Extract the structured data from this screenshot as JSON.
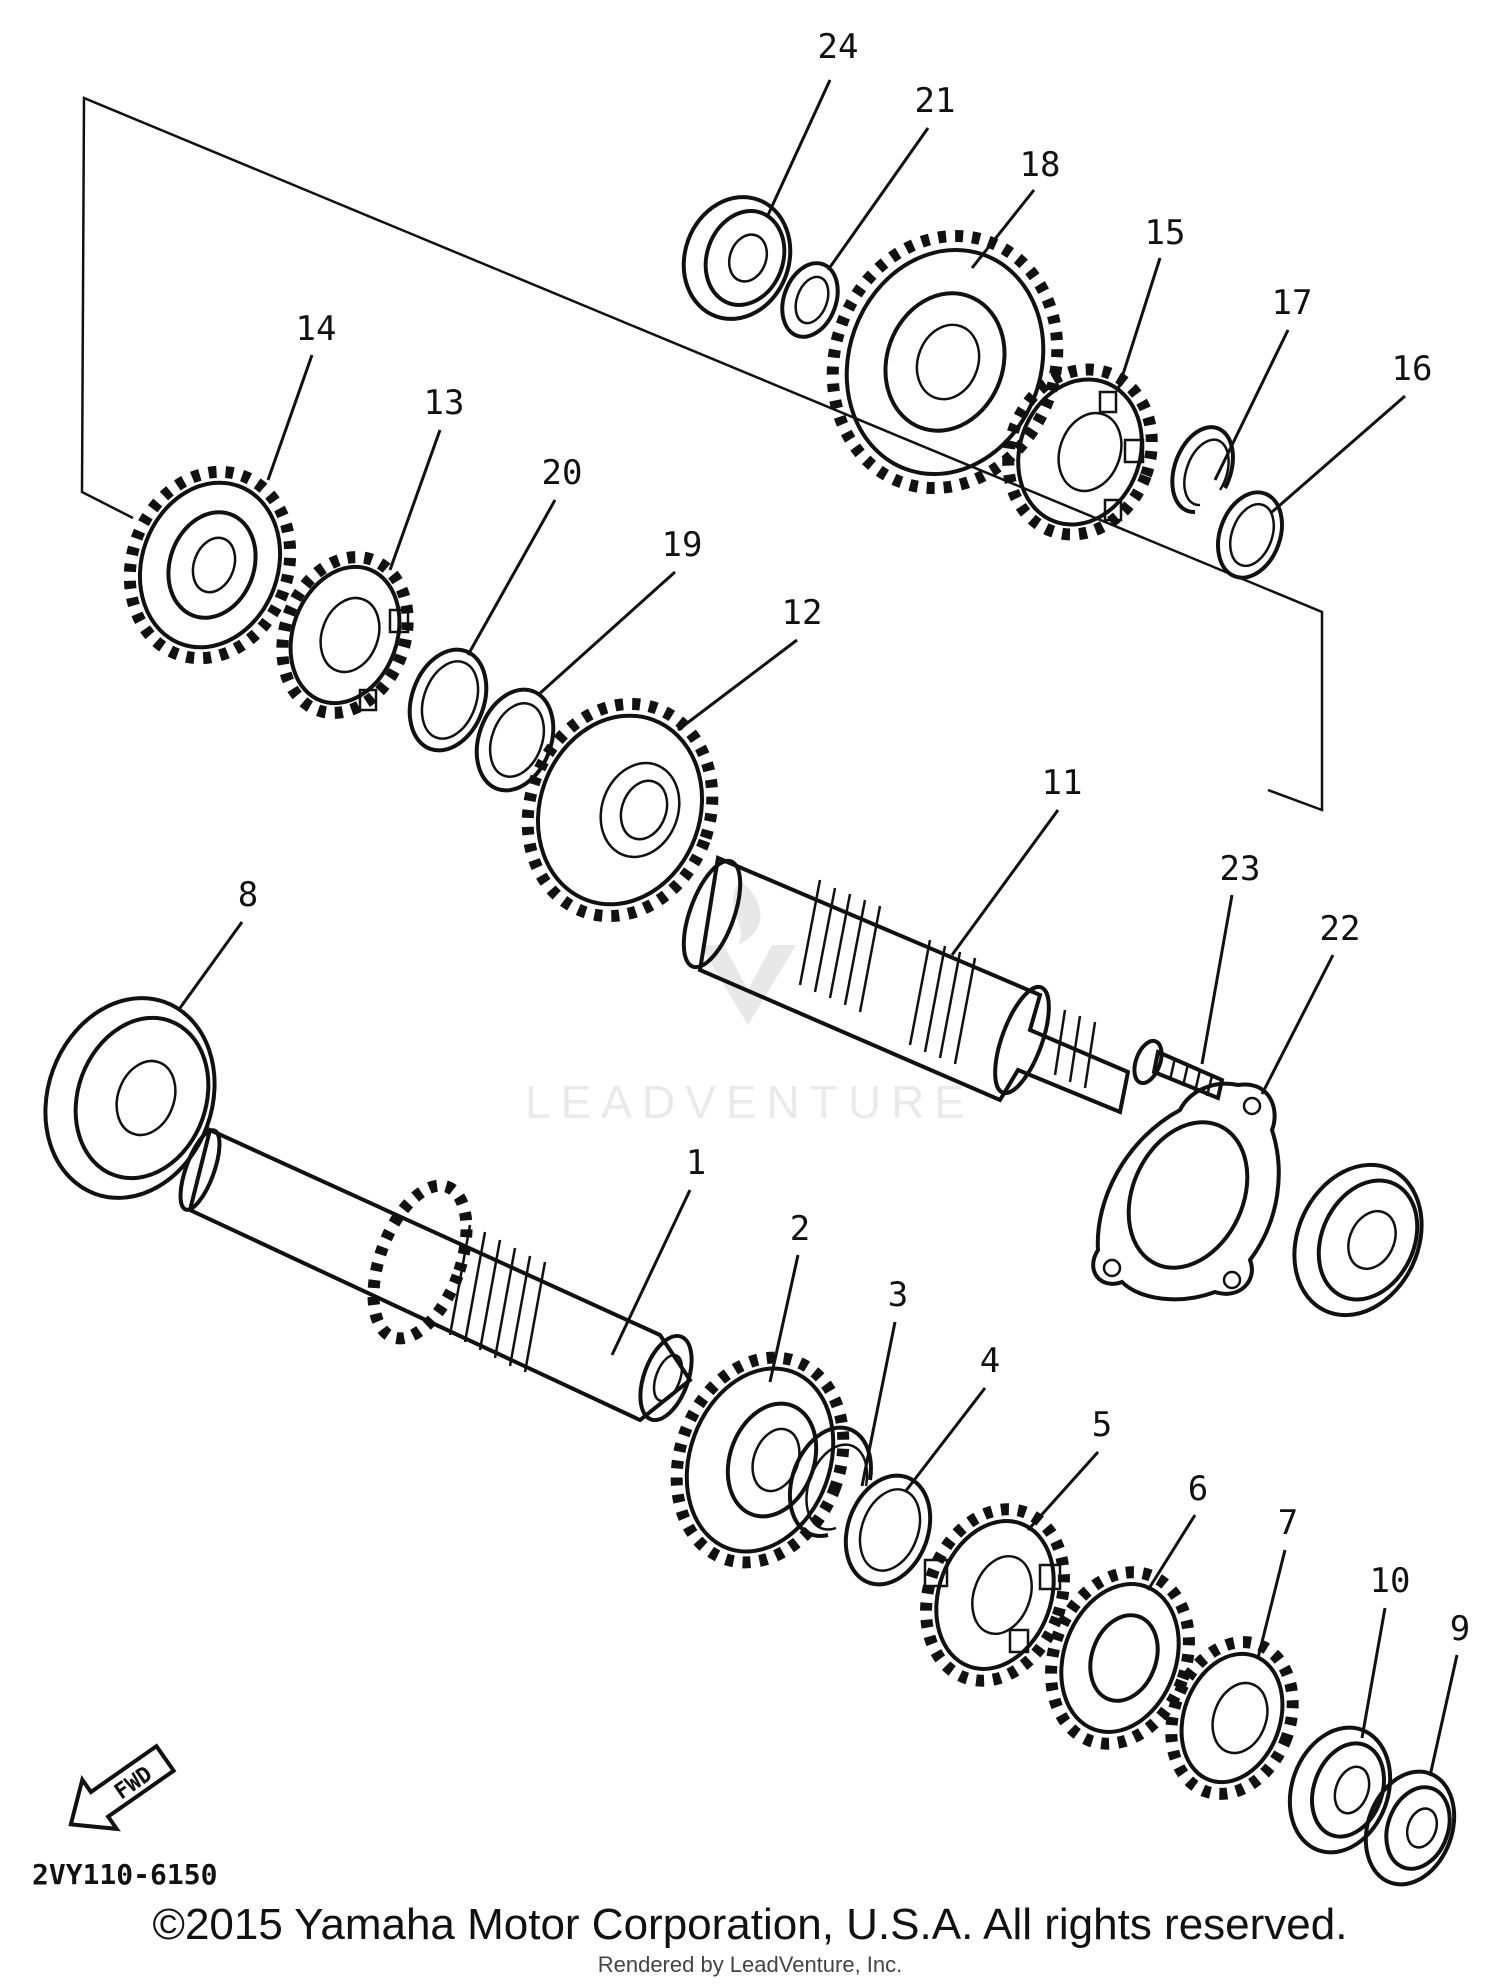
{
  "diagram": {
    "part_numbers": [
      "24",
      "21",
      "18",
      "15",
      "17",
      "16",
      "14",
      "13",
      "20",
      "19",
      "12",
      "11",
      "23",
      "22",
      "8",
      "1",
      "2",
      "3",
      "4",
      "5",
      "6",
      "7",
      "10",
      "9"
    ],
    "fwd_label": "FWD",
    "drawing_code": "2VY110-6150",
    "watermark": "LEADVENTURE"
  },
  "footer": {
    "copyright": "©2015 Yamaha Motor Corporation, U.S.A. All rights reserved.",
    "rendered_by": "Rendered by LeadVenture, Inc."
  }
}
